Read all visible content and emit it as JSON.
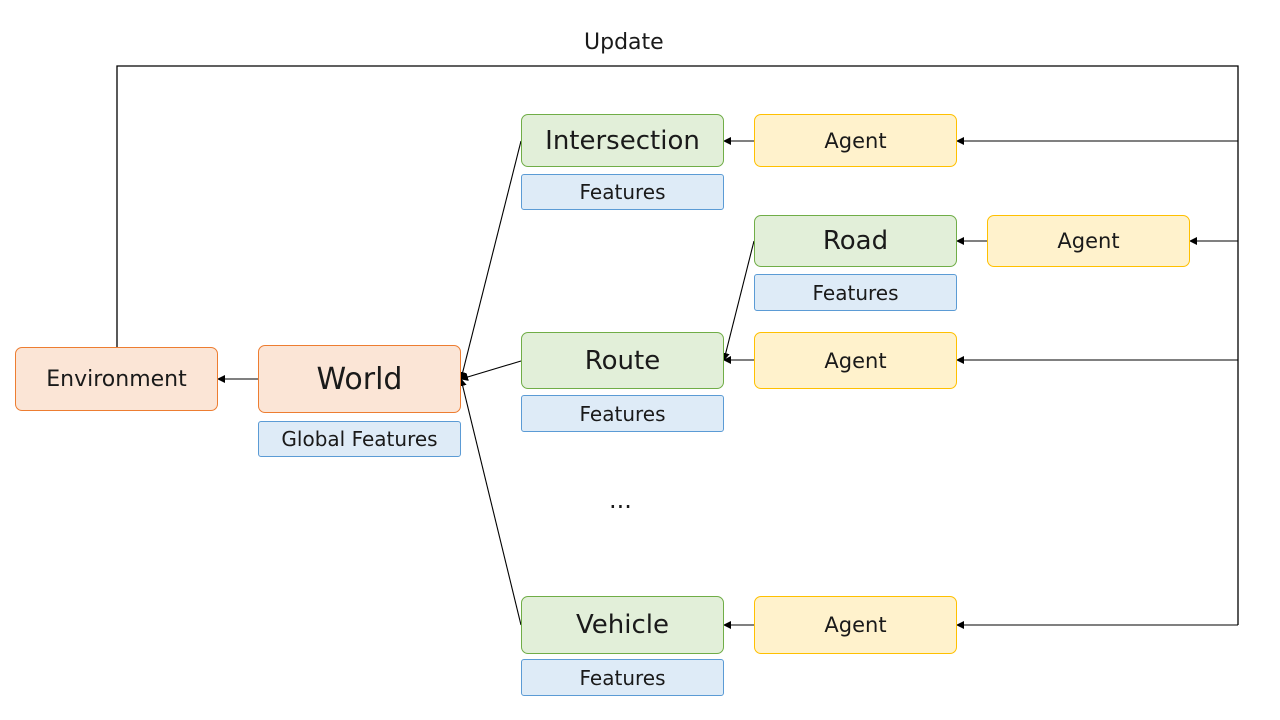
{
  "update_label": "Update",
  "environment": "Environment",
  "world": {
    "label": "World",
    "features": "Global Features"
  },
  "intersection": {
    "label": "Intersection",
    "features": "Features",
    "agent": "Agent"
  },
  "road": {
    "label": "Road",
    "features": "Features",
    "agent": "Agent"
  },
  "route": {
    "label": "Route",
    "features": "Features",
    "agent": "Agent"
  },
  "ellipsis": "...",
  "vehicle": {
    "label": "Vehicle",
    "features": "Features",
    "agent": "Agent"
  },
  "colors": {
    "environment_world_fill": "#fbe5d6",
    "environment_world_border": "#ed7d31",
    "entity_fill": "#e2efd9",
    "entity_border": "#70ad47",
    "agent_fill": "#fff2cc",
    "agent_border": "#ffc000",
    "features_fill": "#deebf7",
    "features_border": "#5b9bd5"
  }
}
